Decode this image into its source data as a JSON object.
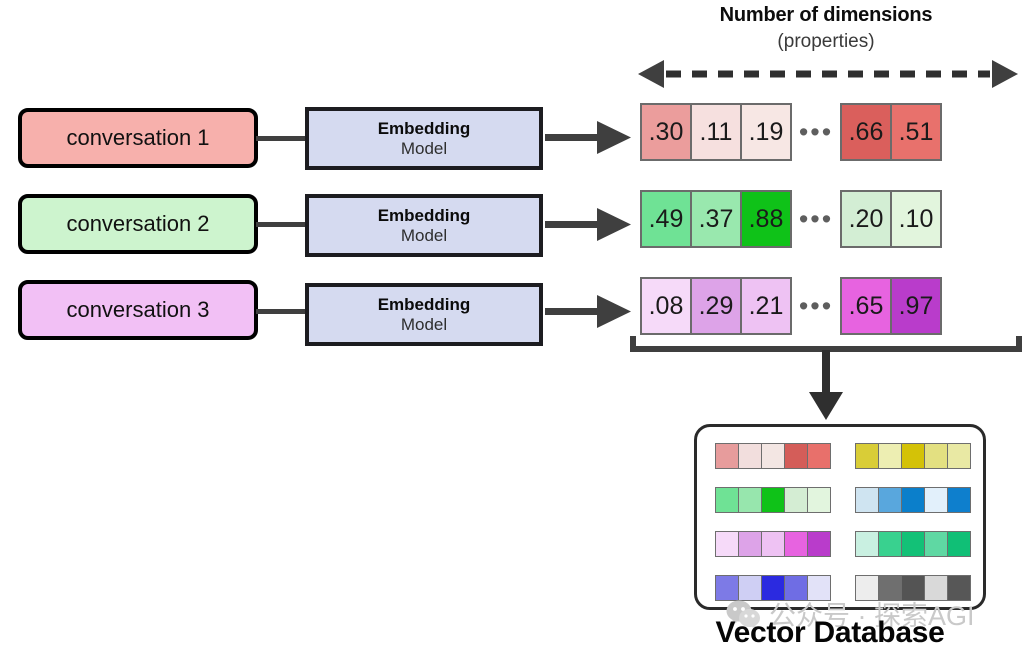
{
  "header": {
    "title": "Number of dimensions",
    "subtitle": "(properties)",
    "axis_icon": "double-headed-dashed-arrow-icon"
  },
  "rows": [
    {
      "conversation_label": "conversation 1",
      "conversation_color": "#f7b0ac",
      "model_title": "Embedding",
      "model_subtitle": "Model",
      "model_color": "#d5daf0",
      "vector_head": [
        {
          "value": ".30",
          "color": "#eb9d9c"
        },
        {
          "value": ".11",
          "color": "#f6e0df"
        },
        {
          "value": ".19",
          "color": "#f7e7e4"
        }
      ],
      "ellipsis": "•••",
      "vector_tail": [
        {
          "value": ".66",
          "color": "#da5f5c"
        },
        {
          "value": ".51",
          "color": "#e8716c"
        }
      ]
    },
    {
      "conversation_label": "conversation 2",
      "conversation_color": "#cdf4ce",
      "model_title": "Embedding",
      "model_subtitle": "Model",
      "model_color": "#d5daf0",
      "vector_head": [
        {
          "value": ".49",
          "color": "#6fe295"
        },
        {
          "value": ".37",
          "color": "#99e8ae"
        },
        {
          "value": ".88",
          "color": "#0fc218"
        }
      ],
      "ellipsis": "•••",
      "vector_tail": [
        {
          "value": ".20",
          "color": "#d3eed4"
        },
        {
          "value": ".10",
          "color": "#e2f5dd"
        }
      ]
    },
    {
      "conversation_label": "conversation 3",
      "conversation_color": "#f2c0f5",
      "model_title": "Embedding",
      "model_subtitle": "Model",
      "model_color": "#d5daf0",
      "vector_head": [
        {
          "value": ".08",
          "color": "#f6daf9"
        },
        {
          "value": ".29",
          "color": "#dda3e8"
        },
        {
          "value": ".21",
          "color": "#eec2f3"
        }
      ],
      "ellipsis": "•••",
      "vector_tail": [
        {
          "value": ".65",
          "color": "#e763e0"
        },
        {
          "value": ".97",
          "color": "#b93ccb"
        }
      ]
    }
  ],
  "database": {
    "caption": "Vector Database",
    "swatch_rows": [
      {
        "left": [
          "#e79c9c",
          "#f2dedd",
          "#f3e6e3",
          "#d45d59",
          "#e8706b"
        ],
        "right": [
          "#d9cd37",
          "#edeeb2",
          "#d4c207",
          "#e3e081",
          "#e9e9a4"
        ]
      },
      {
        "left": [
          "#6fe295",
          "#97e6ad",
          "#0fc218",
          "#d4edd3",
          "#e2f5de"
        ],
        "right": [
          "#cfe4f1",
          "#59a7dd",
          "#0b7fcb",
          "#e2f0fb",
          "#0e7fcd"
        ]
      },
      {
        "left": [
          "#f6daf9",
          "#dda3e8",
          "#eec2f3",
          "#e763e0",
          "#b93ccb"
        ],
        "right": [
          "#c9f0e1",
          "#39d18f",
          "#13c177",
          "#5fd8a3",
          "#10bf76"
        ]
      },
      {
        "left": [
          "#7d7ae6",
          "#cfcff4",
          "#2b2ae0",
          "#6f6de4",
          "#e2e2f8"
        ],
        "right": [
          "#ededed",
          "#6f6f6f",
          "#545454",
          "#d9d9d9",
          "#575757"
        ]
      }
    ]
  },
  "watermark": {
    "text": "公众号 · 探索AGI",
    "icon": "wechat-logo-icon"
  },
  "colors": {
    "stroke_dark": "#3f3f3f",
    "box_border": "#000000",
    "panel_border": "#2a2a2a"
  }
}
